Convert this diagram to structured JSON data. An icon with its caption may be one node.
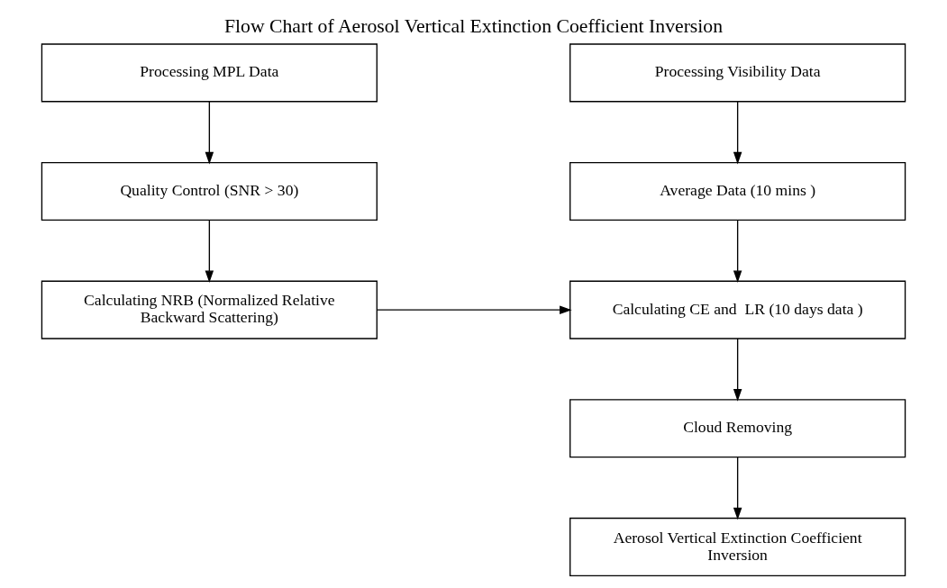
{
  "diagram": {
    "title": "Flow Chart of Aerosol Vertical Extinction Coefficient Inversion",
    "nodes": [
      {
        "text": [
          "Processing MPL Data"
        ]
      },
      {
        "text": [
          "Processing Visibility Data"
        ]
      },
      {
        "text": [
          "Quality Control (SNR > 30)"
        ]
      },
      {
        "text": [
          "Average Data (10 mins )"
        ]
      },
      {
        "text": [
          "Calculating NRB (Normalized Relative Backward Scattering)"
        ]
      },
      {
        "text": [
          "Calculating CE and  LR (10 days data )"
        ]
      },
      {
        "text": [
          "Cloud Removing"
        ]
      },
      {
        "text": [
          "Aerosol Vertical Extinction Coefficient Inversion"
        ]
      }
    ],
    "edges": [
      {
        "from": 0,
        "to": 2,
        "arrow": "to"
      },
      {
        "from": 2,
        "to": 4,
        "arrow": "to"
      },
      {
        "from": 4,
        "to": 5,
        "arrow": "to"
      },
      {
        "from": 1,
        "to": 3,
        "arrow": "to"
      },
      {
        "from": 3,
        "to": 5,
        "arrow": "to"
      },
      {
        "from": 5,
        "to": 6,
        "arrow": "to"
      },
      {
        "from": 6,
        "to": 7,
        "arrow": "to"
      }
    ]
  }
}
